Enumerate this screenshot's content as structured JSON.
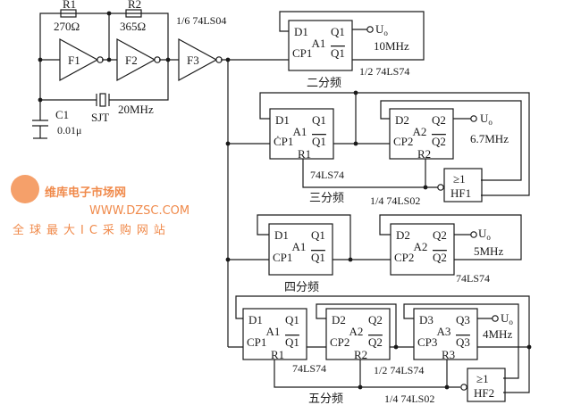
{
  "oscillator": {
    "r1_label": "R1",
    "r1_value": "270Ω",
    "r2_label": "R2",
    "r2_value": "365Ω",
    "inverter_ic": "1/6 74LS04",
    "gates": [
      "F1",
      "F2",
      "F3"
    ],
    "c1_label": "C1",
    "c1_value": "0.01μ",
    "crystal_label": "SJT",
    "crystal_freq": "20MHz"
  },
  "div2": {
    "title": "二分频",
    "ff": [
      {
        "d": "D1",
        "q": "Q1",
        "name": "A1",
        "cp": "CP1",
        "qn": "Q1"
      }
    ],
    "output": "U",
    "output_sub": "o",
    "freq": "10MHz",
    "ic": "1/2 74LS74"
  },
  "div3": {
    "title": "三分频",
    "ff": [
      {
        "d": "D1",
        "q": "Q1",
        "name": "A1",
        "cp": "ĊP1",
        "qn": "Q1",
        "r": "R1"
      },
      {
        "d": "D2",
        "q": "Q2",
        "name": "A2",
        "cp": "CP2",
        "qn": "Q2",
        "r": "R2"
      }
    ],
    "output": "U",
    "output_sub": "o",
    "freq": "6.7MHz",
    "ff_ic": "74LS74",
    "gate_ic": "1/4 74LS02",
    "gate": {
      "symbol": "≥1",
      "name": "HF1"
    }
  },
  "div4": {
    "title": "四分频",
    "ff": [
      {
        "d": "D1",
        "q": "Q1",
        "name": "A1",
        "cp": "CP1",
        "qn": "Q1"
      },
      {
        "d": "D2",
        "q": "Q2",
        "name": "A2",
        "cp": "CP2",
        "qn": "Q2"
      }
    ],
    "output": "U",
    "output_sub": "o",
    "freq": "5MHz",
    "ic": "74LS74"
  },
  "div5": {
    "title": "五分频",
    "ff": [
      {
        "d": "D1",
        "q": "Q1",
        "name": "A1",
        "cp": "CP1",
        "qn": "Q1",
        "r": "R1"
      },
      {
        "d": "D2",
        "q": "Q2",
        "name": "A2",
        "cp": "CP2",
        "qn": "Q2",
        "r": "R2"
      },
      {
        "d": "D3",
        "q": "Q3",
        "name": "A3",
        "cp": "CP3",
        "qn": "Q3",
        "r": "R3"
      }
    ],
    "output": "U",
    "output_sub": "o",
    "freq": "4MHz",
    "ff_ic": "74LS74",
    "ff_ic2": "1/2 74LS74",
    "gate_ic": "1/4 74LS02",
    "gate": {
      "symbol": "≥1",
      "name": "HF2"
    }
  },
  "watermark": {
    "brand": "维库电子市场网",
    "url": "WWW.DZSC.COM",
    "slogan": "全球最大IC采购网站"
  }
}
